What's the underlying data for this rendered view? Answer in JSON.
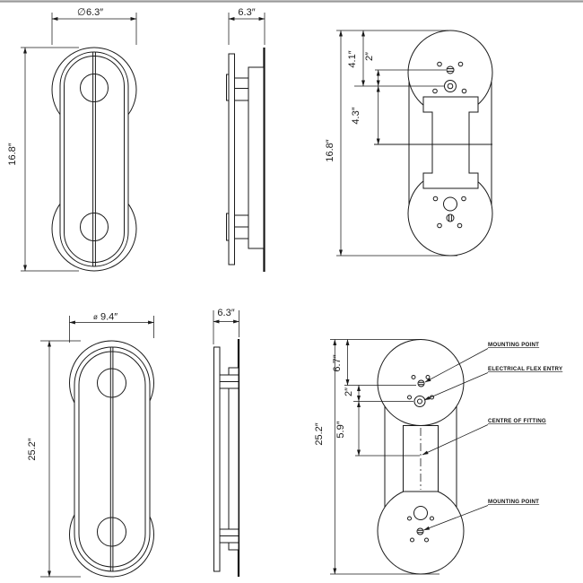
{
  "drawing": {
    "bg_color": "#ffffff",
    "line_color": "#1a1a1a",
    "views": {
      "front_small": {
        "diameter_symbol": "∅",
        "diameter": "6.3″",
        "height": "16.8″"
      },
      "side_small": {
        "depth": "6.3″"
      },
      "back_small": {
        "height": "16.8″",
        "dim_top_to_flex": "4.1″",
        "dim_mount_to_flex": "2″",
        "dim_flex_to_centre": "4.3″"
      },
      "front_large": {
        "diameter_symbol": "ø",
        "diameter": "9.4″",
        "height": "25.2″"
      },
      "side_large": {
        "depth": "6.3″"
      },
      "back_large": {
        "height": "25.2″",
        "dim_top_to_mount": "6.7″",
        "dim_mount_to_flex": "2″",
        "dim_flex_to_centre": "5.9″",
        "label_mounting_point_top": "MOUNTING POINT",
        "label_electrical_flex_entry": "ELECTRICAL FLEX ENTRY",
        "label_centre_of_fitting": "CENTRE OF FITTING",
        "label_mounting_point_bottom": "MOUNTING POINT"
      }
    }
  }
}
